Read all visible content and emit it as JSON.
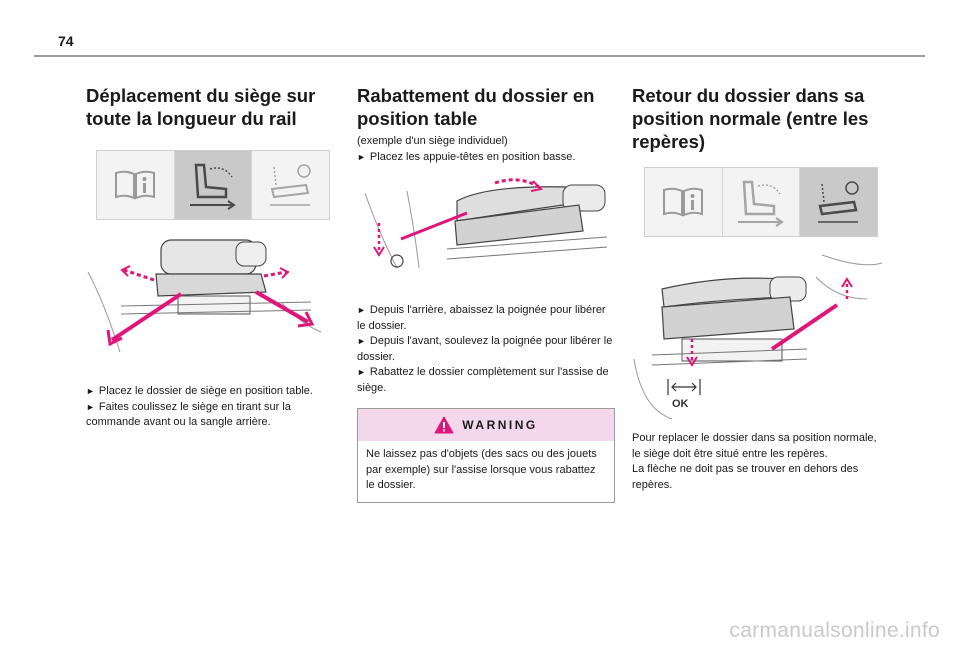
{
  "page": {
    "number": "74",
    "watermark": "carmanualsonline.info"
  },
  "col1": {
    "title_line1": "Déplacement du siège sur",
    "title_line2": "toute la longueur du rail",
    "steps": [
      "Placez le dossier de siège en position table.",
      "Faites coulissez le siège en tirant sur la commande avant ou la sangle arrière."
    ]
  },
  "col2": {
    "title_line1": "Rabattement du dossier en",
    "title_line2": "position table",
    "example": "(exemple d'un siège individuel)",
    "step_headrest": "Placez les appuie-têtes en position basse.",
    "steps": [
      "Depuis l'arrière, abaissez la poignée pour libérer le dossier.",
      "Depuis l'avant, soulevez la poignée pour libérer le dossier.",
      "Rabattez le dossier complètement sur l'assise de siège."
    ],
    "warning": {
      "title": "WARNING",
      "text": "Ne laissez pas d'objets (des sacs ou des jouets par exemple) sur l'assise lorsque vous rabattez le dossier."
    }
  },
  "col3": {
    "title_line1": "Retour du dossier dans sa",
    "title_line2": "position normale (entre les",
    "title_line3": "repères)",
    "ok_label": "OK",
    "paragraph1": "Pour replacer le dossier dans sa position normale, le siège doit être situé entre les repères.",
    "paragraph2": "La flèche ne doit pas se trouver en dehors des repères."
  },
  "colors": {
    "accent_magenta": "#e0157a",
    "warning_bg": "#f3d7ea",
    "rule": "#9a9a9a"
  },
  "icons": [
    "book-info-icon",
    "seat-slide-icon",
    "seat-fold-icon",
    "warning-triangle-icon"
  ]
}
